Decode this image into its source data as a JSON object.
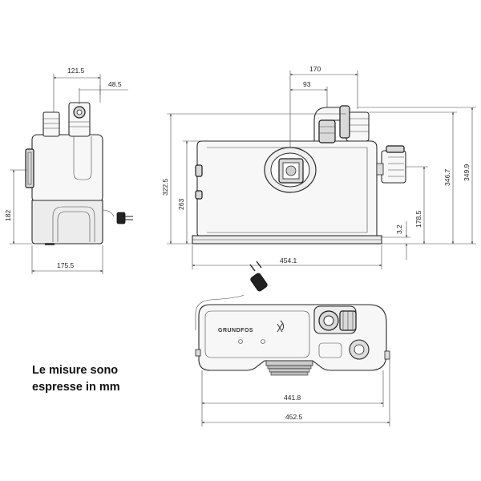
{
  "note": {
    "line1": "Le misure sono",
    "line2": "espresse in mm"
  },
  "dimensions": {
    "side_top_width": "121.5",
    "side_offset": "48.5",
    "side_height": "182",
    "side_depth": "175.5",
    "front_outlet_170": "170",
    "front_outlet_93": "93",
    "front_height_322": "322.5",
    "front_height_263": "263",
    "front_width": "454.1",
    "right_height_178": "178.5",
    "right_small_3_2": "3.2",
    "right_height_346": "346.7",
    "right_height_349": "349.9",
    "top_width_441": "441.8",
    "top_width_452": "452.5"
  },
  "brand": "GRUNDFOS"
}
